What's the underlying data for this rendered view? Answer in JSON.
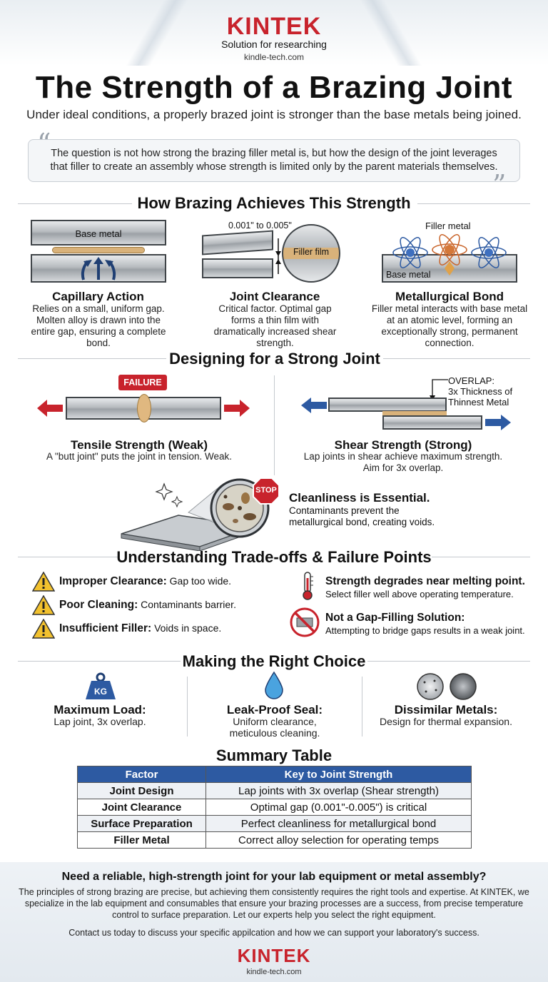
{
  "header": {
    "brand": "KINTEK",
    "tagline": "Solution for researching",
    "site": "kindle-tech.com"
  },
  "title": "The Strength of a Brazing Joint",
  "subtitle": "Under ideal conditions, a properly brazed joint is stronger than the base metals being joined.",
  "quote": "The question is not how strong the brazing filler metal is, but how the design of the joint leverages that filler to create an assembly whose strength is limited only by the parent materials themselves.",
  "section1": {
    "heading": "How Brazing Achieves This Strength",
    "items": [
      {
        "title": "Capillary Action",
        "desc": "Relies on a small, uniform gap. Molten alloy is drawn into the entire gap, ensuring a complete bond.",
        "label": "Base metal"
      },
      {
        "title": "Joint Clearance",
        "desc": "Critical factor. Optimal gap forms a thin film with dramatically increased shear strength.",
        "dim": "0.001\" to 0.005\"",
        "label": "Filler film"
      },
      {
        "title": "Metallurgical Bond",
        "desc": "Filler metal interacts with base metal at an atomic level, forming an exceptionally strong, permanent connection.",
        "label_top": "Filler metal",
        "label_bottom": "Base metal"
      }
    ]
  },
  "section2": {
    "heading": "Designing for a Strong Joint",
    "tensile": {
      "title": "Tensile Strength (Weak)",
      "desc": "A \"butt joint\" puts the joint in tension. Weak.",
      "badge": "FAILURE"
    },
    "shear": {
      "title": "Shear Strength (Strong)",
      "desc1": "Lap joints in shear achieve maximum strength.",
      "desc2": "Aim for 3x overlap.",
      "overlap1": "OVERLAP:",
      "overlap2": "3x Thickness of",
      "overlap3": "Thinnest Metal"
    },
    "clean": {
      "title": "Cleanliness is Essential.",
      "desc1": "Contaminants prevent the",
      "desc2": "metallurgical bond, creating voids.",
      "stop": "STOP"
    }
  },
  "section3": {
    "heading": "Understanding Trade-offs & Failure Points",
    "left": [
      {
        "bold": "Improper Clearance:",
        "text": " Gap too wide."
      },
      {
        "bold": "Poor Cleaning:",
        "text": " Contaminants barrier."
      },
      {
        "bold": "Insufficient Filler:",
        "text": " Voids in space."
      }
    ],
    "right": [
      {
        "bold": "Strength degrades near melting point.",
        "text": "Select filler well above operating temperature."
      },
      {
        "bold": "Not a Gap-Filling Solution:",
        "text": "Attempting to bridge gaps results in a weak joint."
      }
    ]
  },
  "section4": {
    "heading": "Making the Right Choice",
    "items": [
      {
        "title": "Maximum Load:",
        "desc": "Lap joint, 3x overlap.",
        "icon_text": "KG"
      },
      {
        "title": "Leak-Proof Seal:",
        "desc1": "Uniform clearance,",
        "desc2": "meticulous cleaning."
      },
      {
        "title": "Dissimilar Metals:",
        "desc": "Design for thermal expansion."
      }
    ]
  },
  "summary": {
    "heading": "Summary Table",
    "headers": [
      "Factor",
      "Key to Joint Strength"
    ],
    "rows": [
      [
        "Joint Design",
        "Lap joints with 3x overlap (Shear strength)"
      ],
      [
        "Joint Clearance",
        "Optimal gap (0.001\"-0.005\") is critical"
      ],
      [
        "Surface Preparation",
        "Perfect cleanliness for metallurgical bond"
      ],
      [
        "Filler Metal",
        "Correct alloy selection for operating temps"
      ]
    ]
  },
  "cta": {
    "heading": "Need a reliable, high-strength joint for your lab equipment or metal assembly?",
    "body": "The principles of strong brazing are precise, but achieving them consistently requires the right tools and expertise. At KINTEK, we specialize in the lab equipment and consumables that ensure your brazing processes are a success, from precise temperature control to surface preparation. Let our experts help you select the right equipment.",
    "contact": "Contact us today to discuss your specific appilcation and how we can support your laboratory's success."
  },
  "footer": {
    "brand": "KINTEK",
    "site": "kindle-tech.com"
  },
  "colors": {
    "brand_red": "#c8232c",
    "table_header": "#2d5aa2",
    "warning": "#f2c12e"
  }
}
